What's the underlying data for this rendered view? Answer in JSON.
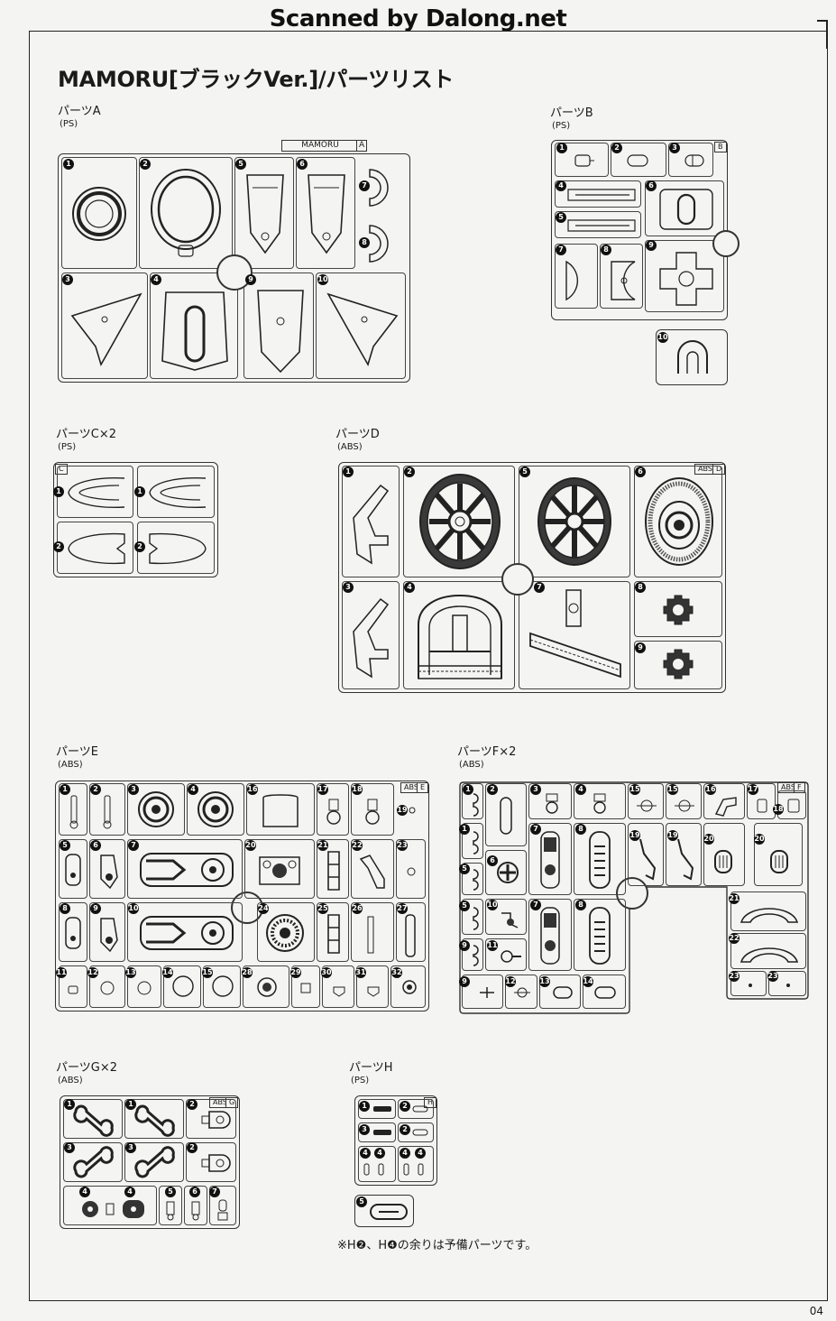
{
  "watermark": "Scanned by Dalong.net",
  "title": "MAMORU[ブラックVer.]/パーツリスト",
  "sections": {
    "A": {
      "label": "パーツA",
      "material": "(PS)",
      "runner_name": "MAMORU",
      "runner_letter": "A"
    },
    "B": {
      "label": "パーツB",
      "material": "(PS)",
      "runner_letter": "B"
    },
    "C": {
      "label": "パーツC×2",
      "material": "(PS)",
      "runner_letter": "C"
    },
    "D": {
      "label": "パーツD",
      "material": "(ABS)",
      "runner_letter": "D",
      "material_tag": "ABS"
    },
    "E": {
      "label": "パーツE",
      "material": "(ABS)",
      "runner_letter": "E",
      "material_tag": "ABS"
    },
    "F": {
      "label": "パーツF×2",
      "material": "(ABS)",
      "runner_letter": "F",
      "material_tag": "ABS"
    },
    "G": {
      "label": "パーツG×2",
      "material": "(ABS)",
      "runner_letter": "G",
      "material_tag": "ABS"
    },
    "H": {
      "label": "パーツH",
      "material": "(PS)",
      "runner_letter": "H"
    }
  },
  "note": "※H❷、H❹の余りは予備パーツです。",
  "page_number": "04"
}
